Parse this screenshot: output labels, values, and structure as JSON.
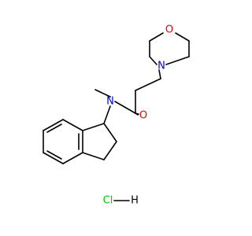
{
  "molecule": {
    "atoms": {
      "morpholine_oxygen": {
        "text": "O",
        "color": "#ff0000"
      },
      "morpholine_nitrogen": {
        "text": "N",
        "color": "#0000ff"
      },
      "amide_nitrogen": {
        "text": "N",
        "color": "#0000ff"
      },
      "carbonyl_oxygen": {
        "text": "O",
        "color": "#ff0000"
      }
    },
    "salt": {
      "chlorine": {
        "text": "Cl",
        "color": "#00cc00"
      },
      "hydrogen": {
        "text": "H",
        "color": "#000000"
      }
    },
    "bond_color": "#000000"
  }
}
